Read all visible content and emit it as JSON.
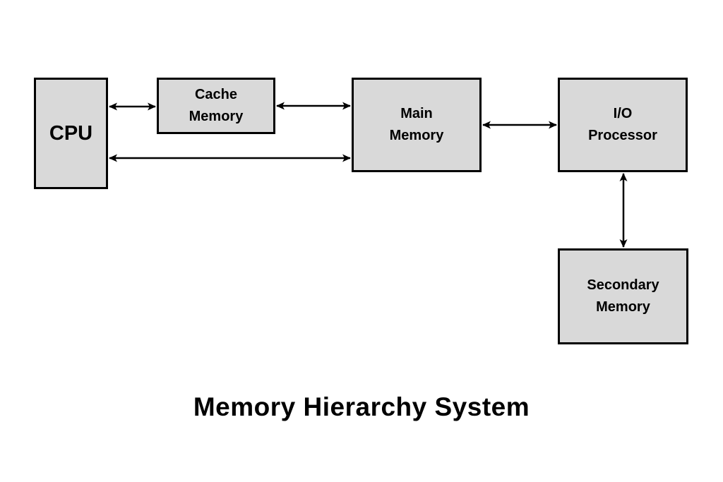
{
  "title": {
    "text": "Memory Hierarchy System"
  },
  "colors": {
    "background": "#ffffff",
    "box_fill": "#d9d9d9",
    "box_border": "#000000",
    "arrow": "#000000",
    "text": "#000000"
  },
  "boxes": {
    "cpu": {
      "label": "CPU"
    },
    "cache_memory": {
      "line1": "Cache",
      "line2": "Memory"
    },
    "main_memory": {
      "line1": "Main",
      "line2": "Memory"
    },
    "io_processor": {
      "line1": "I/O",
      "line2": "Processor"
    },
    "secondary_memory": {
      "line1": "Secondary",
      "line2": "Memory"
    }
  },
  "connections": [
    {
      "from": "CPU",
      "to": "Cache Memory",
      "type": "bidirectional"
    },
    {
      "from": "Cache Memory",
      "to": "Main Memory",
      "type": "bidirectional"
    },
    {
      "from": "CPU",
      "to": "Main Memory",
      "type": "bidirectional"
    },
    {
      "from": "Main Memory",
      "to": "I/O Processor",
      "type": "bidirectional"
    },
    {
      "from": "I/O Processor",
      "to": "Secondary Memory",
      "type": "bidirectional"
    }
  ]
}
